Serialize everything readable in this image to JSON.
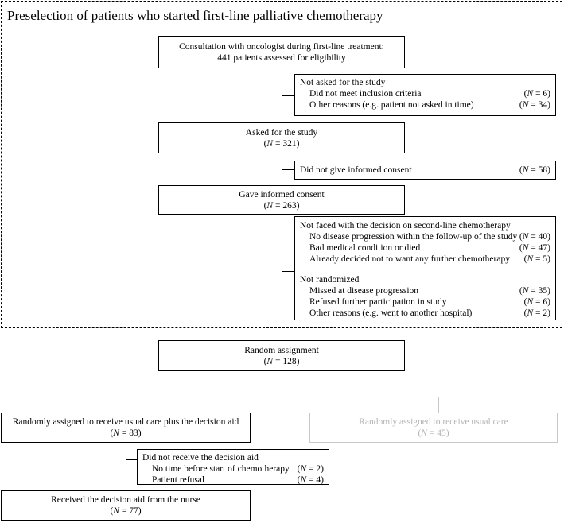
{
  "preselection": {
    "title": "Preselection of patients who started first-line palliative chemotherapy"
  },
  "consultation": {
    "line1": "Consultation with oncologist during first-line treatment:",
    "line2": "441 patients assessed for eligibility"
  },
  "not_asked": {
    "header": "Not asked for the study",
    "items": [
      {
        "label": "Did not meet inclusion criteria",
        "pre": "(",
        "n_label": "N",
        "count": "= 6)"
      },
      {
        "label": "Other reasons (e.g. patient not asked in time)",
        "pre": "(",
        "n_label": "N",
        "count": "= 34)"
      }
    ]
  },
  "asked": {
    "label": "Asked for the study",
    "pre": "(",
    "n_label": "N",
    "count": "= 321)"
  },
  "no_consent": {
    "label": "Did not give informed consent",
    "pre": "(",
    "n_label": "N",
    "count": "= 58)"
  },
  "consent": {
    "label": "Gave informed consent",
    "pre": "(",
    "n_label": "N",
    "count": "= 263)"
  },
  "not_faced": {
    "header": "Not faced with the decision on second-line chemotherapy",
    "items": [
      {
        "label": "No disease progression within the follow-up of the study",
        "pre": "(",
        "n_label": "N",
        "count": "= 40)"
      },
      {
        "label": "Bad medical condition or died",
        "pre": "(",
        "n_label": "N",
        "count": "= 47)"
      },
      {
        "label": "Already decided not to want any further chemotherapy",
        "pre": "(",
        "n_label": "N",
        "count": "= 5)"
      }
    ],
    "header2": "Not randomized",
    "items2": [
      {
        "label": "Missed at disease progression",
        "pre": "(",
        "n_label": "N",
        "count": "= 35)"
      },
      {
        "label": "Refused further participation in study",
        "pre": "(",
        "n_label": "N",
        "count": "= 6)"
      },
      {
        "label": "Other reasons (e.g. went to another hospital)",
        "pre": "(",
        "n_label": "N",
        "count": "= 2)"
      }
    ]
  },
  "random": {
    "label": "Random assignment",
    "pre": "(",
    "n_label": "N",
    "count": "= 128)"
  },
  "aid_arm": {
    "label": "Randomly assigned to receive usual care plus the decision aid",
    "pre": "(",
    "n_label": "N",
    "count": "= 83)"
  },
  "usual_arm": {
    "label": "Randomly assigned to receive usual care",
    "pre": "(",
    "n_label": "N",
    "count": "= 45)"
  },
  "no_aid": {
    "header": "Did not receive the decision aid",
    "items": [
      {
        "label": "No time before start of chemotherapy",
        "pre": "(",
        "n_label": "N",
        "count": "= 2)"
      },
      {
        "label": "Patient refusal",
        "pre": "(",
        "n_label": "N",
        "count": "= 4)"
      }
    ]
  },
  "received": {
    "label": "Received the decision aid from the nurse",
    "pre": "(",
    "n_label": "N",
    "count": "= 77)"
  },
  "colors": {
    "line": "#000000",
    "faded_border": "#c8c8c8",
    "faded_text": "#b4b4b4"
  }
}
